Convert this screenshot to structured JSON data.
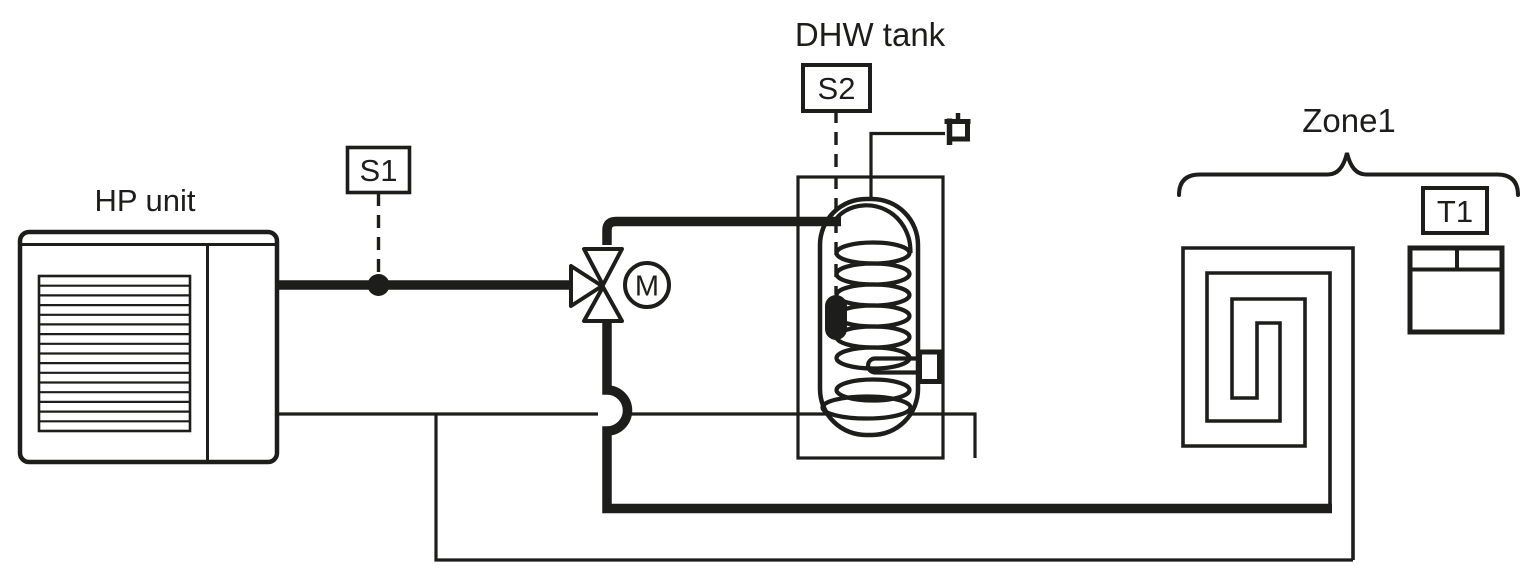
{
  "page": {
    "background": "#ffffff",
    "line_color": "#1d1d1b",
    "description": "Hydronic heat pump schematic: HP unit, 3-way motorized valve, DHW tank with coil and tap, underfloor heating Zone1 with thermostat"
  },
  "labels": {
    "hp_unit": "HP unit",
    "dhw_tank": "DHW tank",
    "zone": "Zone1",
    "sensor_s1": "S1",
    "sensor_s2": "S2",
    "thermostat": "T1",
    "valve_motor": "M"
  }
}
